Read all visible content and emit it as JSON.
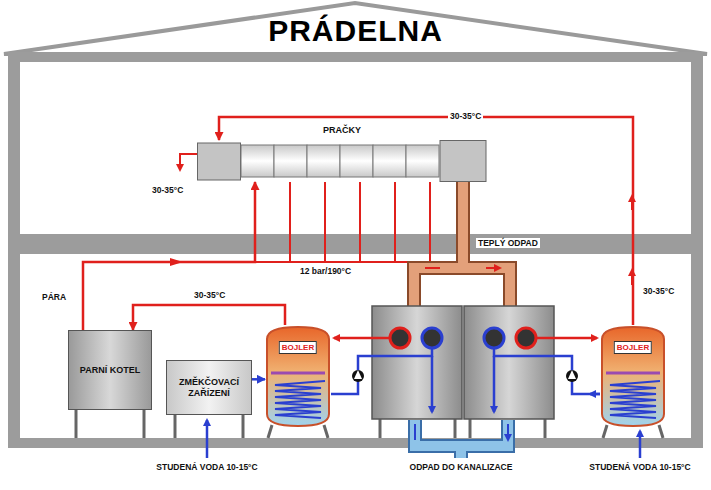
{
  "diagram": {
    "title": "PRÁDELNA",
    "nodes": [
      {
        "text": [
          "PRAČKY"
        ]
      },
      {
        "text": [
          "PARNÍ KOTEL"
        ]
      },
      {
        "text": [
          "ZMĚKČOVACÍ ZAŘÍZENÍ"
        ]
      },
      {
        "text": [
          "BOJLER"
        ]
      },
      {
        "text": [
          "BOJLER"
        ]
      }
    ],
    "edges": [
      {
        "from": 1,
        "to": 0,
        "arrow": "to",
        "label": "PÁRA"
      },
      {
        "from": 2,
        "to": 3,
        "arrow": "to"
      },
      {
        "from": 3,
        "to": 1,
        "arrow": "to",
        "label": "30-35°C"
      },
      {
        "from": 4,
        "to": 0,
        "arrow": "to",
        "label": "30-35°C"
      }
    ],
    "labels": [
      "30-35°C",
      "12 bar/190°C",
      "TEPLÝ ODPAD",
      "30-35°C",
      "STUDENÁ VODA 10-15°C",
      "ODPAD DO KANALIZACE",
      "STUDENÁ VODA 10-15°C"
    ]
  }
}
